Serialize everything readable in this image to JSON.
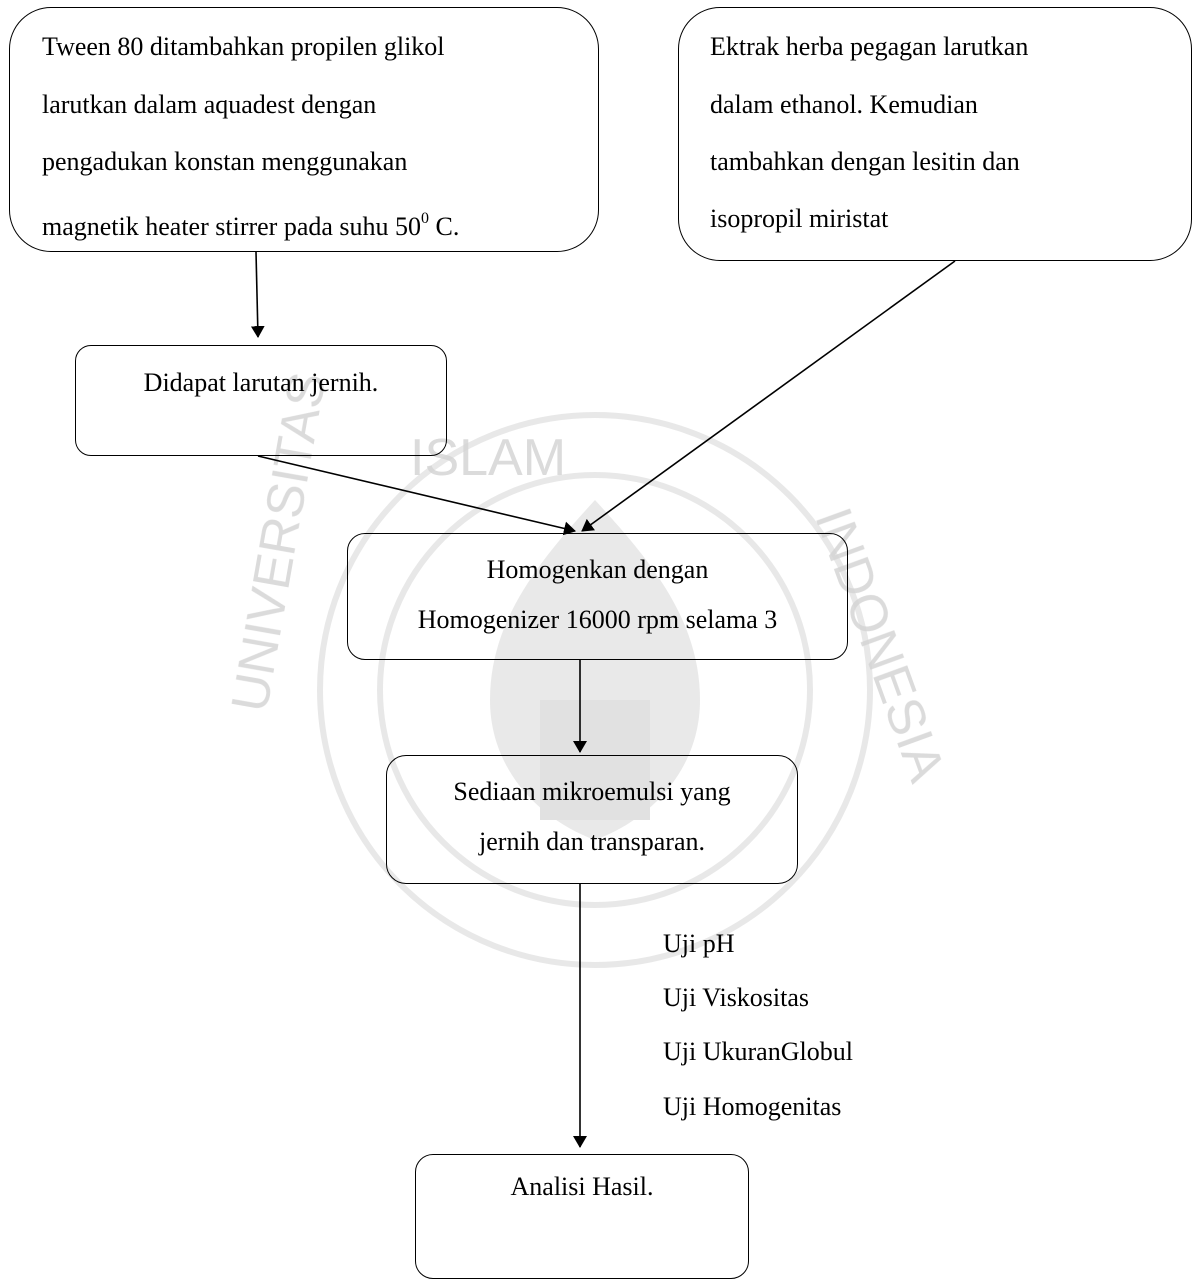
{
  "boxes": {
    "tween": {
      "lines": [
        "Tween 80 ditambahkan  propilen glikol",
        "larutkan dalam aquadest dengan",
        "pengadukan konstan menggunakan",
        "magnetik heater stirrer pada suhu 50"
      ],
      "superscript": "0",
      "suffix": " C."
    },
    "ekstrak": {
      "lines": [
        "Ektrak herba pegagan  larutkan",
        "dalam ethanol. Kemudian",
        "tambahkan dengan lesitin dan",
        "isopropil miristat"
      ]
    },
    "larutan": {
      "text": "Didapat larutan jernih."
    },
    "homogen": {
      "lines": [
        "Homogenkan  dengan",
        "Homogenizer 16000 rpm selama 3"
      ]
    },
    "sediaan": {
      "lines": [
        "Sediaan mikroemulsi yang",
        "jernih dan transparan."
      ]
    },
    "analisis": {
      "text": "Analisi Hasil."
    }
  },
  "tests": [
    "Uji pH",
    "Uji Viskositas",
    "Uji UkuranGlobul",
    "Uji Homogenitas"
  ],
  "watermark": {
    "ring_text": "UNIVERSITAS ISLAM INDONESIA",
    "color": "#e3e3e3"
  }
}
